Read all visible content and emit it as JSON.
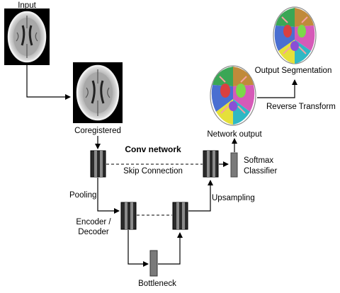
{
  "labels": {
    "input": "Input",
    "coregistered": "Coregistered",
    "conv_network": "Conv network",
    "skip_connection": "Skip Connection",
    "pooling": "Pooling",
    "encoder_decoder_line1": "Encoder /",
    "encoder_decoder_line2": "Decoder",
    "bottleneck": "Bottleneck",
    "upsampling": "Upsampling",
    "softmax_line1": "Softmax",
    "softmax_line2": "Classifier",
    "network_output": "Network output",
    "reverse_transform": "Reverse Transform",
    "output_segmentation": "Output Segmentation"
  },
  "colors": {
    "line": "#000000",
    "block_dark": "#2b2b2b",
    "block_mid": "#8a8a8a",
    "softmax": "#7a7a7a"
  }
}
